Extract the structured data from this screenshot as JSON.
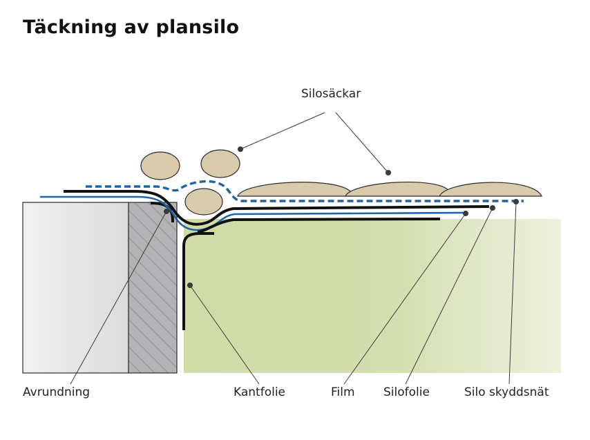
{
  "title": "Täckning av plansilo",
  "labels": {
    "silosackar": "Silosäckar",
    "avrundning": "Avrundning",
    "kantfolie": "Kantfolie",
    "film": "Film",
    "silofolie": "Silofolie",
    "silo_skyddsnat": "Silo skyddsnät"
  },
  "colors": {
    "wall": "#e6e6e7",
    "hatched_edge": "#b0b0b2",
    "silage": "#cfdca6",
    "bags": "#d8cbab",
    "film_blue": "#1f64a6",
    "net_blue": "#1f64a6",
    "foil_black": "#111111"
  }
}
